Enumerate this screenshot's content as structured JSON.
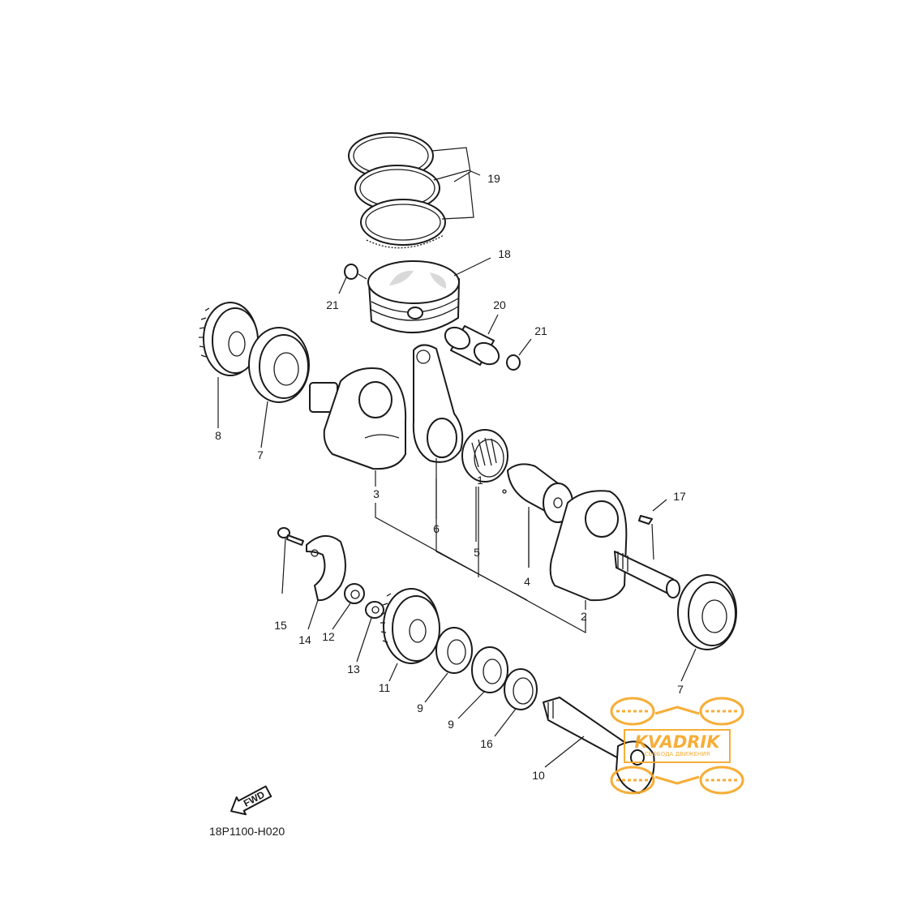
{
  "diagram": {
    "code": "18P1100-H020",
    "fwd_label": "FWD",
    "callouts": {
      "c1": "1",
      "c2": "2",
      "c3": "3",
      "c4": "4",
      "c5": "5",
      "c6": "6",
      "c7a": "7",
      "c7b": "7",
      "c8": "8",
      "c9a": "9",
      "c9b": "9",
      "c10": "10",
      "c11": "11",
      "c12": "12",
      "c13": "13",
      "c14": "14",
      "c15": "15",
      "c16": "16",
      "c17": "17",
      "c18": "18",
      "c19": "19",
      "c20": "20",
      "c21a": "21",
      "c21b": "21"
    }
  },
  "watermark": {
    "brand": "KVADRIK",
    "tagline": "СВОБОДА ДВИЖЕНИЯ",
    "color": "#f6a623"
  }
}
